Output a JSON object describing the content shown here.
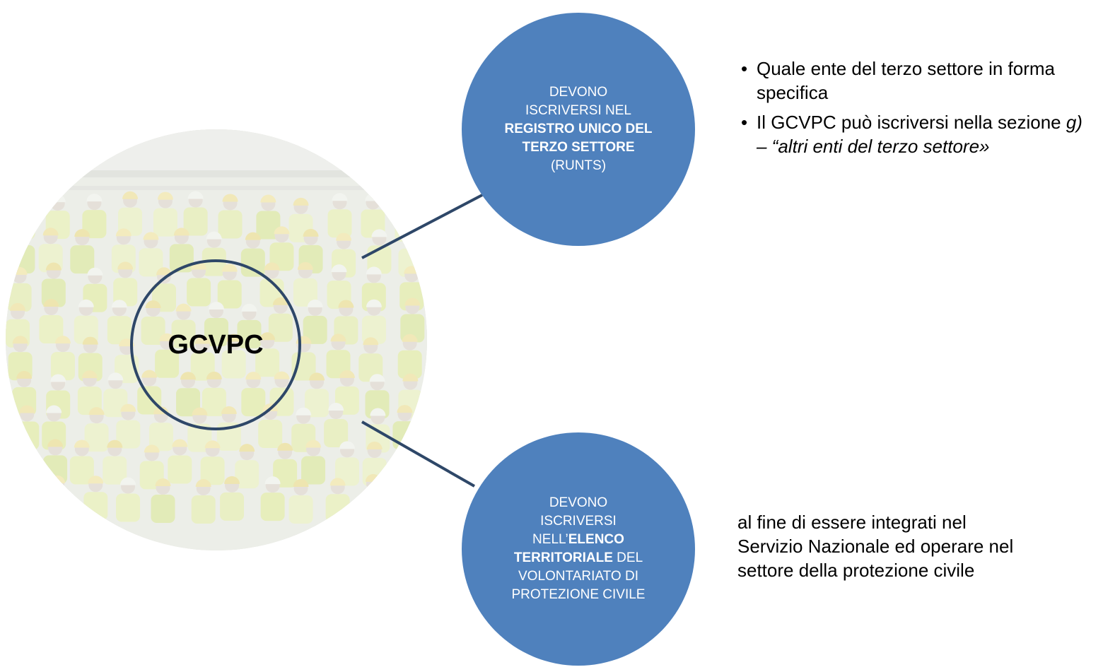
{
  "center": {
    "label": "GCVPC",
    "photo": "faded group photo of civil protection volunteers in high-visibility jackets and yellow helmets"
  },
  "top_bubble": {
    "line1": "DEVONO",
    "line2": "ISCRIVERSI NEL",
    "bold_text": "REGISTRO UNICO DEL TERZO SETTORE",
    "suffix": " (RUNTS)"
  },
  "bottom_bubble": {
    "line1": "DEVONO",
    "line2": "ISCRIVERSI",
    "prefix": "NELL’",
    "bold1": "ELENCO TERRITORIALE",
    "rest": " DEL VOLONTARIATO DI PROTEZIONE CIVILE"
  },
  "bullets": [
    {
      "text": "Quale ente del terzo settore in forma specifica"
    },
    {
      "text_plain": "Il GCVPC può iscriversi nella sezione ",
      "text_italic": "g) – “altri enti del terzo settore»"
    }
  ],
  "note": {
    "line1": "al fine di essere integrati nel",
    "line2": "Servizio Nazionale ed operare nel",
    "line3": "settore della protezione civile"
  },
  "colors": {
    "bubble_fill": "#4f81bd",
    "connector": "#2e4768",
    "ring": "#2e4768"
  }
}
